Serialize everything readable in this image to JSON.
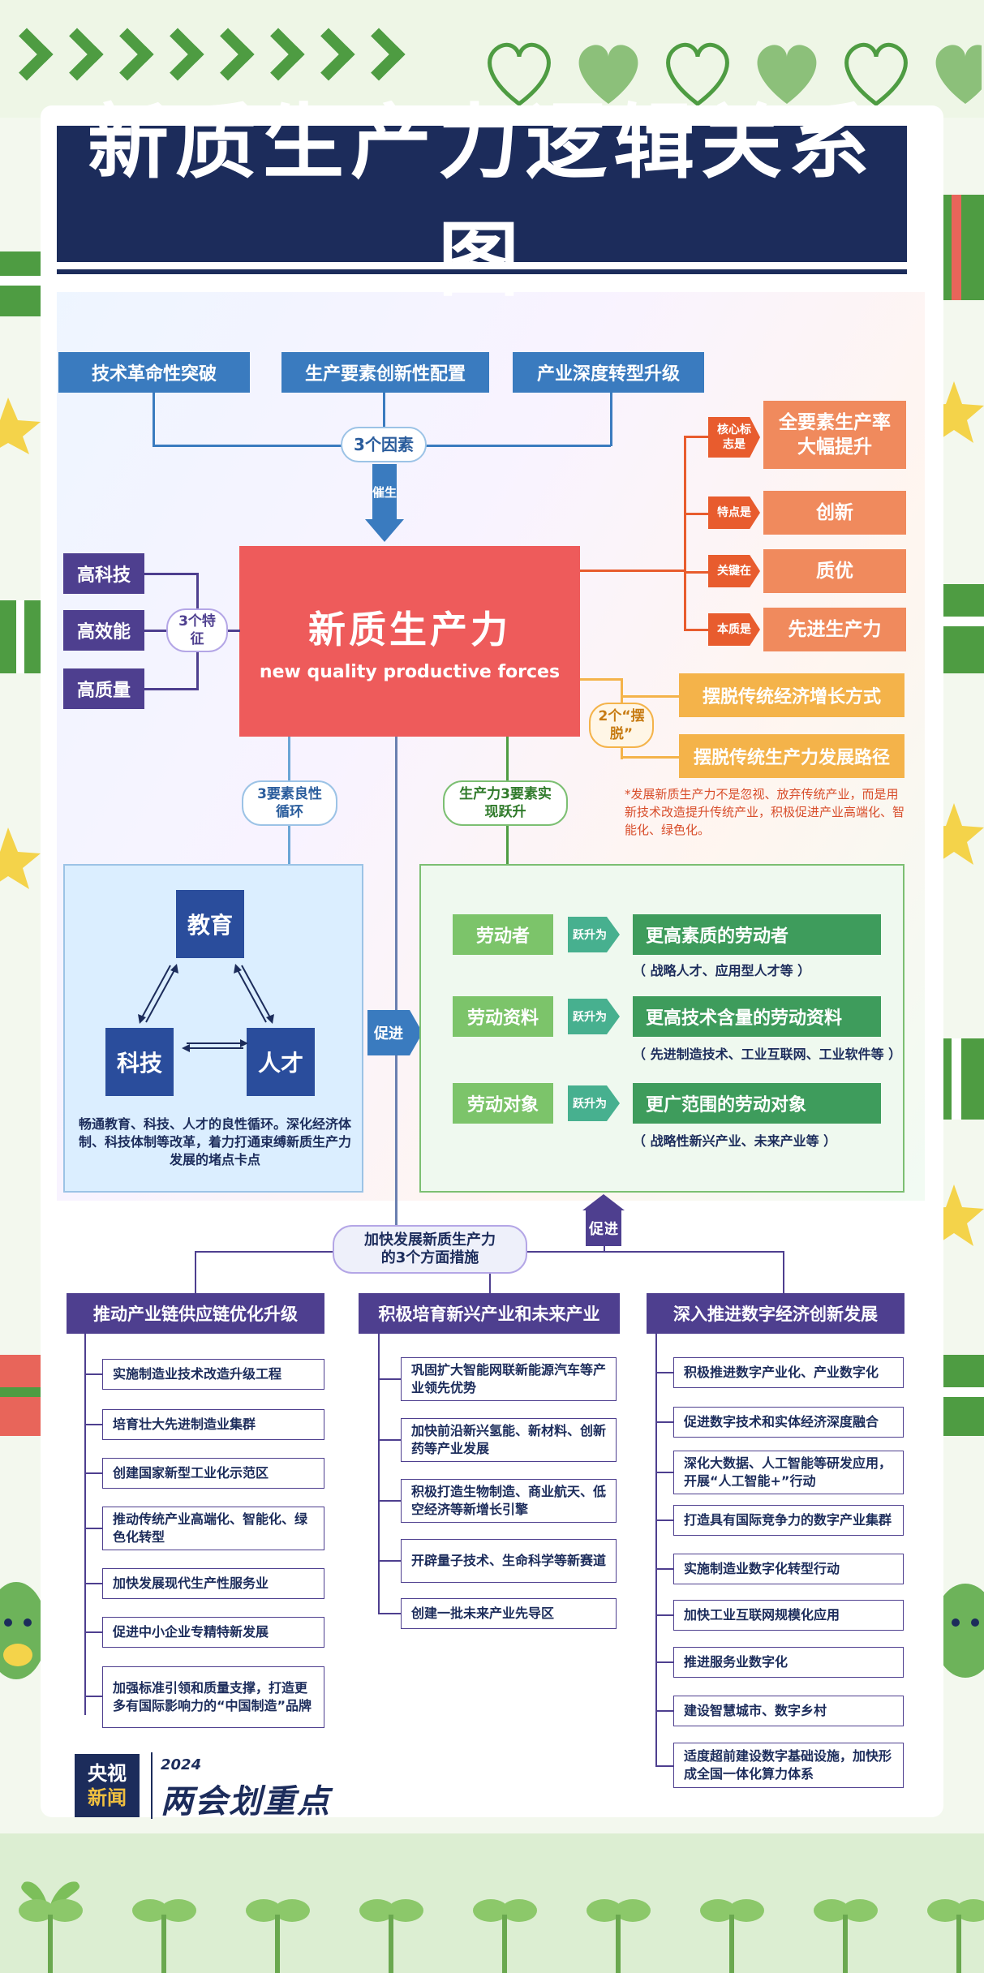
{
  "title": "新质生产力逻辑关系图",
  "top_factors": [
    "技术革命性突破",
    "生产要素创新性配置",
    "产业深度转型升级"
  ],
  "factor_hub": "3个因素",
  "catalyze_label": "催生",
  "core": {
    "cn": "新质生产力",
    "en": "new quality productive forces"
  },
  "features": {
    "hub": "3个特征",
    "items": [
      "高科技",
      "高效能",
      "高质量"
    ]
  },
  "attributes": [
    {
      "tag": "核心标志是",
      "value": "全要素生产率大幅提升"
    },
    {
      "tag": "特点是",
      "value": "创新"
    },
    {
      "tag": "关键在",
      "value": "质优"
    },
    {
      "tag": "本质是",
      "value": "先进生产力"
    }
  ],
  "breakaway": {
    "hub": "2个“摆脱”",
    "items": [
      "摆脱传统经济增长方式",
      "摆脱传统生产力发展路径"
    ]
  },
  "note": "*发展新质生产力不是忽视、放弃传统产业，而是用新技术改造提升传统产业，积极促进产业高端化、智能化、绿色化。",
  "cycle": {
    "hub": "3要素良性循环",
    "nodes": [
      "教育",
      "科技",
      "人才"
    ],
    "caption": "畅通教育、科技、人才的良性循环。深化经济体制、科技体制等改革，着力打通束缚新质生产力发展的堵点卡点"
  },
  "leap": {
    "hub": "生产力3要素实现跃升",
    "rows": [
      {
        "from": "劳动者",
        "verb": "跃升为",
        "to": "更高素质的劳动者",
        "detail": "（ 战略人才、应用型人才等 ）"
      },
      {
        "from": "劳动资料",
        "verb": "跃升为",
        "to": "更高技术含量的劳动资料",
        "detail": "（ 先进制造技术、工业互联网、工业软件等 ）"
      },
      {
        "from": "劳动对象",
        "verb": "跃升为",
        "to": "更广范围的劳动对象",
        "detail": "（ 战略性新兴产业、未来产业等 ）"
      }
    ]
  },
  "promote_labels": [
    "促进",
    "促进"
  ],
  "measures": {
    "hub": "加快发展新质生产力的3个方面措施",
    "columns": [
      {
        "head": "推动产业链供应链优化升级",
        "items": [
          "实施制造业技术改造升级工程",
          "培育壮大先进制造业集群",
          "创建国家新型工业化示范区",
          "推动传统产业高端化、智能化、绿色化转型",
          "加快发展现代生产性服务业",
          "促进中小企业专精特新发展",
          "加强标准引领和质量支撑，打造更多有国际影响力的“中国制造”品牌"
        ]
      },
      {
        "head": "积极培育新兴产业和未来产业",
        "items": [
          "巩固扩大智能网联新能源汽车等产业领先优势",
          "加快前沿新兴氢能、新材料、创新药等产业发展",
          "积极打造生物制造、商业航天、低空经济等新增长引擎",
          "开辟量子技术、生命科学等新赛道",
          "创建一批未来产业先导区"
        ]
      },
      {
        "head": "深入推进数字经济创新发展",
        "items": [
          "积极推进数字产业化、产业数字化",
          "促进数字技术和实体经济深度融合",
          "深化大数据、人工智能等研发应用，开展“人工智能+”行动",
          "打造具有国际竞争力的数字产业集群",
          "实施制造业数字化转型行动",
          "加快工业互联网规模化应用",
          "推进服务业数字化",
          "建设智慧城市、数字乡村",
          "适度超前建设数字基础设施，加快形成全国一体化算力体系"
        ]
      }
    ]
  },
  "logo": {
    "line1": "央视",
    "line2": "新闻",
    "year": "2024",
    "main": "两会划重点"
  },
  "colors": {
    "navy": "#1c2c5b",
    "blue": "#3a7bbf",
    "purple": "#4e3f8f",
    "red": "#ee5b5b",
    "orange": "#f08a5d",
    "gold": "#f4b34a",
    "green": "#3e9c5c"
  }
}
